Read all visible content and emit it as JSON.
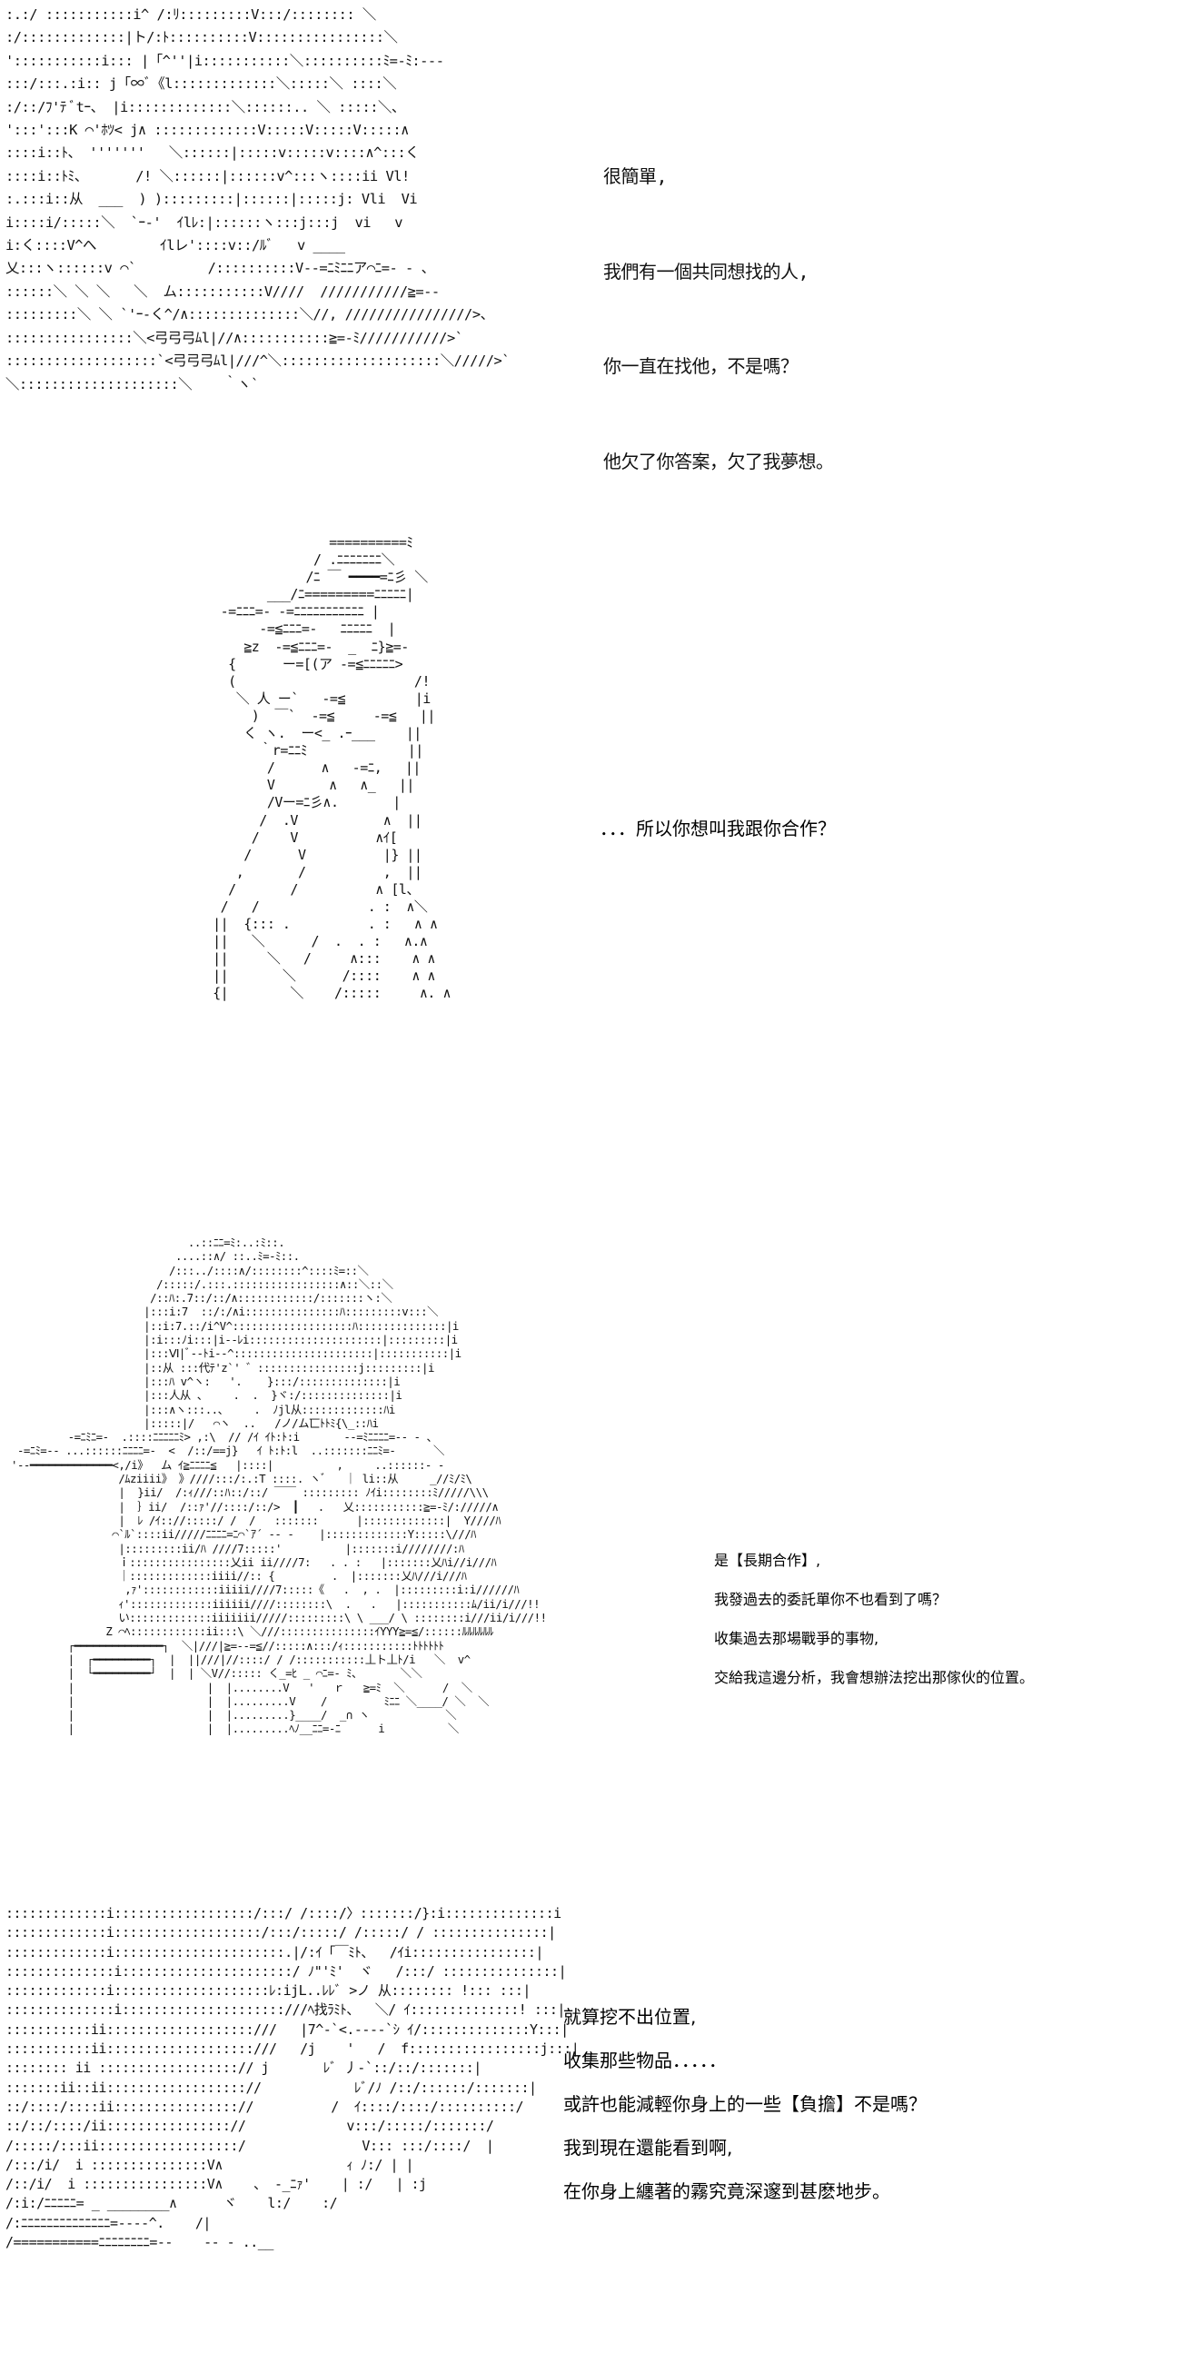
{
  "panels": [
    {
      "dialogue": [
        "很簡單,",
        "我們有一個共同想找的人,",
        "你一直在找他，不是嗎？",
        "他欠了你答案，欠了我夢想。"
      ]
    },
    {
      "dialogue": [
        "．．．所以你想叫我跟你合作？"
      ]
    },
    {
      "dialogue": [
        "是【長期合作】,",
        "我發過去的委託單你不也看到了嗎？",
        "收集過去那場戰爭的事物,",
        "交給我這邊分析，我會想辦法挖出那傢伙的位置。"
      ]
    },
    {
      "dialogue": [
        "就算挖不出位置,",
        "收集那些物品．．．．．",
        "或許也能減輕你身上的一些【負擔】不是嗎？",
        "我到現在還能看到啊,",
        "在你身上纏著的霧究竟深邃到甚麽地步。"
      ]
    }
  ]
}
